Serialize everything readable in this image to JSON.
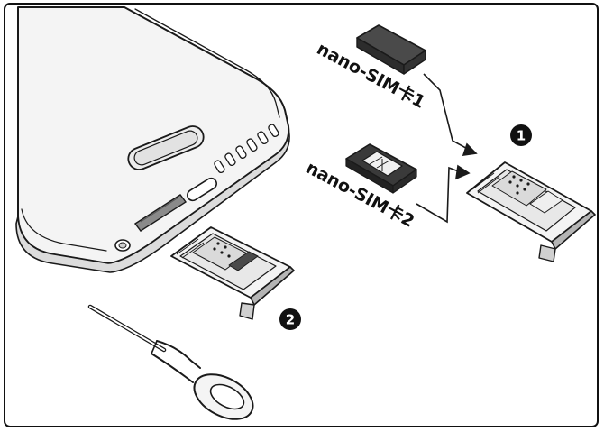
{
  "labels": {
    "sim1": "nano-SIM卡1",
    "sim2": "nano-SIM卡2"
  },
  "steps": {
    "step1": "1",
    "step2": "2"
  },
  "colors": {
    "outline": "#1a1a1a",
    "body_fill": "#f2f2f2",
    "dark": "#3b3b3b",
    "badge": "#111111"
  }
}
